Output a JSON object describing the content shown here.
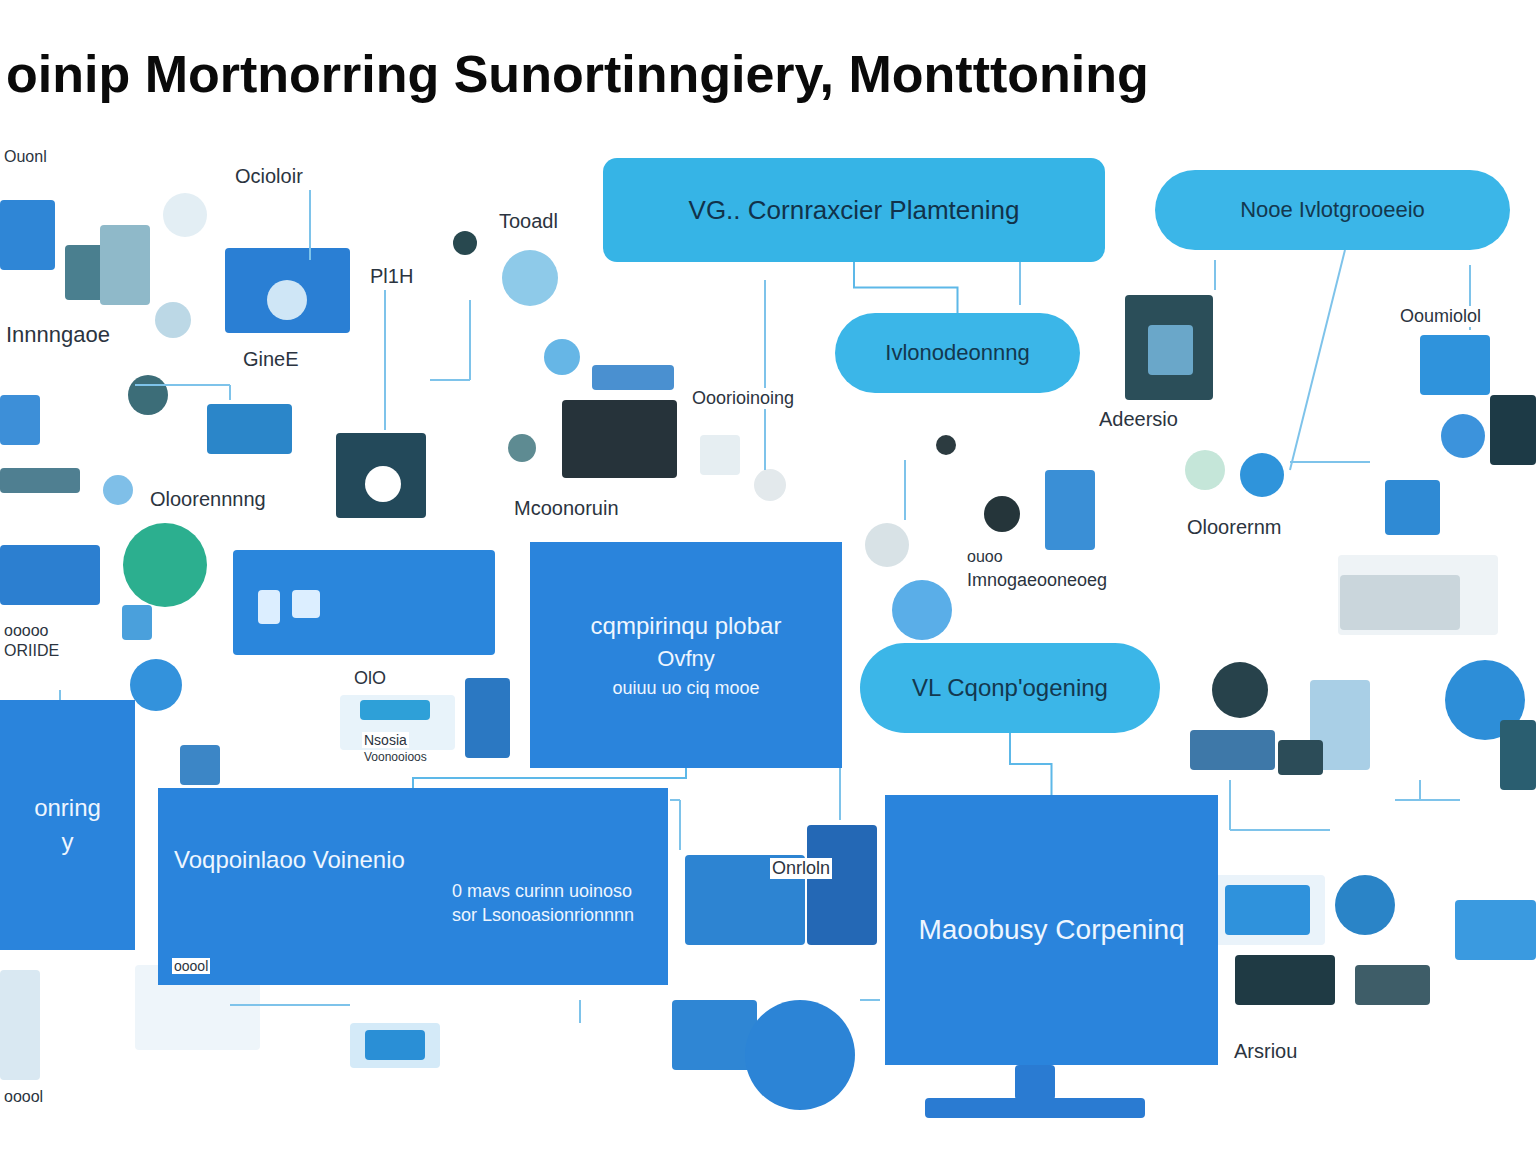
{
  "diagram": {
    "title": "oinip Mortnorring Sunortinngiery, Montttoning",
    "nodes": [
      {
        "text": [
          "VG.. Cornraxcier Plamtening"
        ]
      },
      {
        "text": [
          "Nooe Ivlotgrooeeio"
        ]
      },
      {
        "text": [
          "Ivlonodeonnng"
        ]
      },
      {
        "text": [
          "VL Cqonp'ogening"
        ]
      },
      {
        "text": [
          "cqmpirinqu plobar",
          "Ovfny",
          "ouiuu uo ciq mooe"
        ]
      },
      {
        "text": [
          "onring",
          "y"
        ]
      },
      {
        "text": [
          "Voqpoinlaoo Voinenio",
          "0 mavs curinn uoinoso sor Lsonoasionrionnnn"
        ]
      },
      {
        "text": [
          "Maoobusy Corpeninq"
        ]
      }
    ],
    "edges": [
      {
        "from": 0,
        "to": 2,
        "arrow": "none"
      },
      {
        "from": 4,
        "to": 6,
        "arrow": "none"
      },
      {
        "from": 3,
        "to": 7,
        "arrow": "none"
      }
    ],
    "labels": [
      "Ouonl",
      "Ocioloir",
      "Tooadl",
      "Pl1H",
      "Innnngaoe",
      "GineE",
      "Ooumiolol",
      "Ooorioinoing",
      "Adeersio",
      "Oloorennnng",
      "Mcoonoruin",
      "Oloorernm",
      "ouoo",
      "Imnogaeooneoeg",
      "ooooo",
      "ORIIDE",
      "OlO",
      "Nsosia",
      "Voonooioos",
      "ooool",
      "Onrloln",
      "Arsriou",
      "ooool"
    ]
  }
}
